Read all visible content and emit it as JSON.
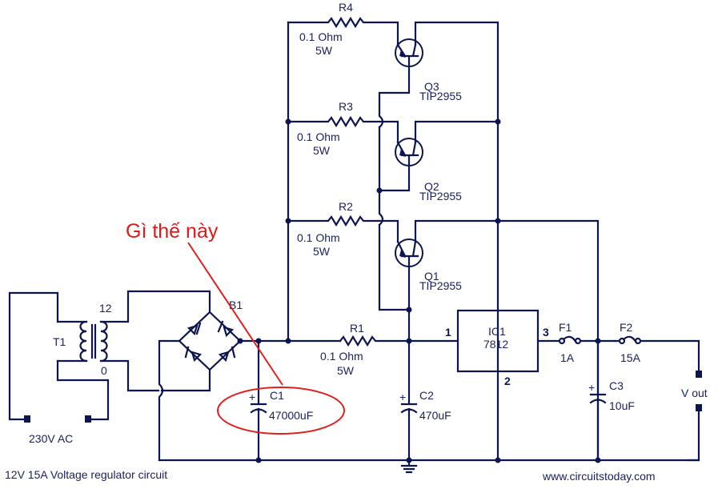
{
  "diagram": {
    "title": "12V 15A Voltage regulator circuit",
    "website": "www.circuitstoday.com",
    "wire_color": "#0d1550",
    "annotation_color": "#e02020",
    "annotation": {
      "text": "Gì thế này",
      "target": "C1"
    },
    "transformer": {
      "ref": "T1",
      "secondary_top": "12",
      "secondary_bottom": "0",
      "input_label": "230V AC"
    },
    "bridge": {
      "ref": "B1"
    },
    "resistors": [
      {
        "ref": "R1",
        "value": "0.1 Ohm",
        "power": "5W"
      },
      {
        "ref": "R2",
        "value": "0.1 Ohm",
        "power": "5W"
      },
      {
        "ref": "R3",
        "value": "0.1 Ohm",
        "power": "5W"
      },
      {
        "ref": "R4",
        "value": "0.1 Ohm",
        "power": "5W"
      }
    ],
    "transistors": [
      {
        "ref": "Q1",
        "part": "TIP2955"
      },
      {
        "ref": "Q2",
        "part": "TIP2955"
      },
      {
        "ref": "Q3",
        "part": "TIP2955"
      }
    ],
    "capacitors": [
      {
        "ref": "C1",
        "value": "47000uF"
      },
      {
        "ref": "C2",
        "value": "470uF"
      },
      {
        "ref": "C3",
        "value": "10uF"
      }
    ],
    "regulator": {
      "ref": "IC1",
      "part": "7812",
      "pin_in": "1",
      "pin_gnd": "2",
      "pin_out": "3"
    },
    "fuses": [
      {
        "ref": "F1",
        "rating": "1A"
      },
      {
        "ref": "F2",
        "rating": "15A"
      }
    ],
    "output": {
      "label": "V out"
    }
  }
}
